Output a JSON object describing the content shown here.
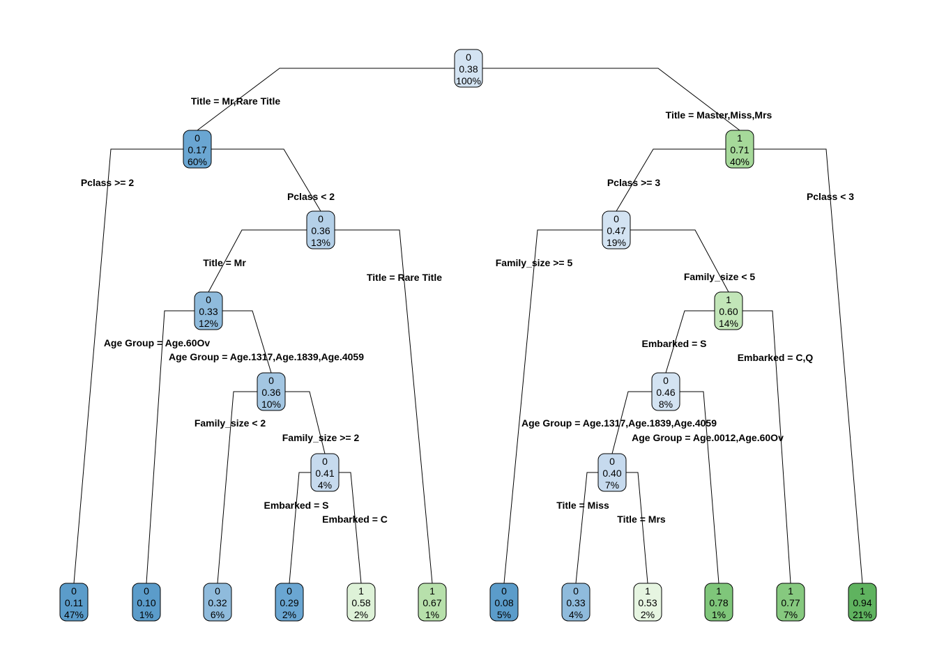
{
  "colors": {
    "blue_shades": [
      "#5b9cca",
      "#6aa6d2",
      "#8fbbdc",
      "#b4d0e8",
      "#d3e3f2"
    ],
    "green_shades": [
      "#def2d8",
      "#c2e6b8",
      "#a6d99a",
      "#7fc67a",
      "#5fb35f"
    ]
  },
  "tree": {
    "nodes": [
      {
        "id": "root",
        "class": "0",
        "prob": "0.38",
        "pct": "100%",
        "color": "#d3e3f2"
      },
      {
        "id": "n2",
        "class": "0",
        "prob": "0.17",
        "pct": "60%",
        "color": "#6aa6d2"
      },
      {
        "id": "n3",
        "class": "1",
        "prob": "0.71",
        "pct": "40%",
        "color": "#a6d99a"
      },
      {
        "id": "n5",
        "class": "0",
        "prob": "0.36",
        "pct": "13%",
        "color": "#b4d0e8"
      },
      {
        "id": "n10",
        "class": "0",
        "prob": "0.33",
        "pct": "12%",
        "color": "#8fbbdc"
      },
      {
        "id": "n21",
        "class": "0",
        "prob": "0.36",
        "pct": "10%",
        "color": "#a3c6e2"
      },
      {
        "id": "n43",
        "class": "0",
        "prob": "0.41",
        "pct": "4%",
        "color": "#c6daee"
      },
      {
        "id": "n6",
        "class": "0",
        "prob": "0.47",
        "pct": "19%",
        "color": "#d3e3f2"
      },
      {
        "id": "n13",
        "class": "1",
        "prob": "0.60",
        "pct": "14%",
        "color": "#c2e6b8"
      },
      {
        "id": "n26",
        "class": "0",
        "prob": "0.46",
        "pct": "8%",
        "color": "#d3e3f2"
      },
      {
        "id": "n52",
        "class": "0",
        "prob": "0.40",
        "pct": "7%",
        "color": "#c6daee"
      },
      {
        "id": "leaf1",
        "class": "0",
        "prob": "0.11",
        "pct": "47%",
        "color": "#5b9cca"
      },
      {
        "id": "leaf2",
        "class": "0",
        "prob": "0.10",
        "pct": "1%",
        "color": "#5b9cca"
      },
      {
        "id": "leaf3",
        "class": "0",
        "prob": "0.32",
        "pct": "6%",
        "color": "#8fbbdc"
      },
      {
        "id": "leaf4",
        "class": "0",
        "prob": "0.29",
        "pct": "2%",
        "color": "#6aa6d2"
      },
      {
        "id": "leaf5",
        "class": "1",
        "prob": "0.58",
        "pct": "2%",
        "color": "#def2d8"
      },
      {
        "id": "leaf6",
        "class": "1",
        "prob": "0.67",
        "pct": "1%",
        "color": "#b7e0ab"
      },
      {
        "id": "leaf7",
        "class": "0",
        "prob": "0.08",
        "pct": "5%",
        "color": "#5b9cca"
      },
      {
        "id": "leaf8",
        "class": "0",
        "prob": "0.33",
        "pct": "4%",
        "color": "#8fbbdc"
      },
      {
        "id": "leaf9",
        "class": "1",
        "prob": "0.53",
        "pct": "2%",
        "color": "#e6f5e1"
      },
      {
        "id": "leaf10",
        "class": "1",
        "prob": "0.78",
        "pct": "1%",
        "color": "#7fc67a"
      },
      {
        "id": "leaf11",
        "class": "1",
        "prob": "0.77",
        "pct": "7%",
        "color": "#86c97f"
      },
      {
        "id": "leaf12",
        "class": "1",
        "prob": "0.94",
        "pct": "21%",
        "color": "#5fb35f"
      }
    ],
    "splits": [
      {
        "id": "s_title_mr_rare",
        "text": "Title = Mr,Rare Title"
      },
      {
        "id": "s_title_master",
        "text": "Title = Master,Miss,Mrs"
      },
      {
        "id": "s_pclass_ge2",
        "text": "Pclass >= 2"
      },
      {
        "id": "s_pclass_lt2",
        "text": "Pclass < 2"
      },
      {
        "id": "s_title_mr",
        "text": "Title = Mr"
      },
      {
        "id": "s_title_rare",
        "text": "Title = Rare Title"
      },
      {
        "id": "s_age_60ov",
        "text": "Age Group = Age.60Ov"
      },
      {
        "id": "s_age_1317",
        "text": "Age Group = Age.1317,Age.1839,Age.4059"
      },
      {
        "id": "s_fam_lt2",
        "text": "Family_size < 2"
      },
      {
        "id": "s_fam_ge2",
        "text": "Family_size >= 2"
      },
      {
        "id": "s_emb_s_left",
        "text": "Embarked = S"
      },
      {
        "id": "s_emb_c",
        "text": "Embarked = C"
      },
      {
        "id": "s_pclass_ge3",
        "text": "Pclass >= 3"
      },
      {
        "id": "s_pclass_lt3",
        "text": "Pclass < 3"
      },
      {
        "id": "s_fam_ge5",
        "text": "Family_size >= 5"
      },
      {
        "id": "s_fam_lt5",
        "text": "Family_size < 5"
      },
      {
        "id": "s_emb_s_right",
        "text": "Embarked = S"
      },
      {
        "id": "s_emb_cq",
        "text": "Embarked = C,Q"
      },
      {
        "id": "s_age_1317_right",
        "text": "Age Group = Age.1317,Age.1839,Age.4059"
      },
      {
        "id": "s_age_0012",
        "text": "Age Group = Age.0012,Age.60Ov"
      },
      {
        "id": "s_title_miss",
        "text": "Title = Miss"
      },
      {
        "id": "s_title_mrs",
        "text": "Title = Mrs"
      }
    ]
  }
}
